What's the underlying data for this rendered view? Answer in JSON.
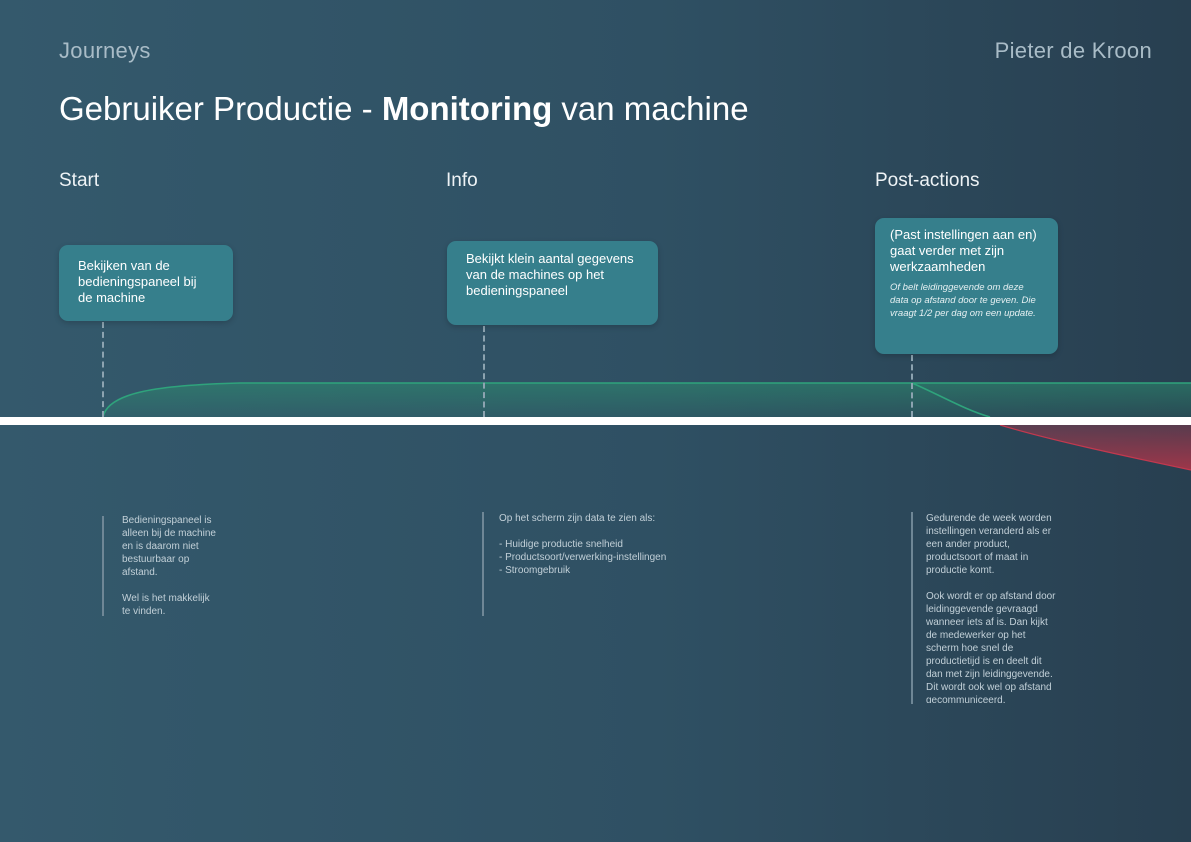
{
  "header": {
    "left_label": "Journeys",
    "right_label": "Pieter de Kroon"
  },
  "title": {
    "prefix": "Gebruiker Productie - ",
    "bold": "Monitoring",
    "suffix": " van machine"
  },
  "phases": [
    {
      "label": "Start"
    },
    {
      "label": "Info"
    },
    {
      "label": "Post-actions"
    }
  ],
  "cards": [
    {
      "text": "Bekijken van de bedieningspaneel bij de machine"
    },
    {
      "text": "Bekijkt klein aantal gegevens van de machines op het bedieningspaneel"
    },
    {
      "text": "(Past instellingen aan en) gaat verder met zijn werkzaamheden",
      "subtext": "Of belt leidinggevende om deze data op afstand door te geven. Die vraagt 1/2 per dag om een update."
    }
  ],
  "notes": [
    {
      "text": "Bedieningspaneel is\nalleen bij de machine\nen is daarom niet\nbestuurbaar op\nafstand.\n\nWel is het makkelijk\nte vinden."
    },
    {
      "text": "Op het scherm zijn data te zien als:\n\n- Huidige productie snelheid\n- Productsoort/verwerking-instellingen\n- Stroomgebruik"
    },
    {
      "text": "Gedurende de week worden\ninstellingen veranderd als er\neen ander product,\nproductsoort of maat in\nproductie komt.\n\nOok wordt er op afstand door\nleidinggevende gevraagd\nwanneer iets af is. Dan kijkt\nde medewerker op het\nscherm hoe snel de\nproductietijd is en deelt dit\ndan met zijn leidinggevende.\nDit wordt ook wel op afstand\ngecommuniceerd."
    }
  ],
  "colors": {
    "card": "#367f8c",
    "positive": "#2f8f6f",
    "negative": "#b03a4a"
  }
}
